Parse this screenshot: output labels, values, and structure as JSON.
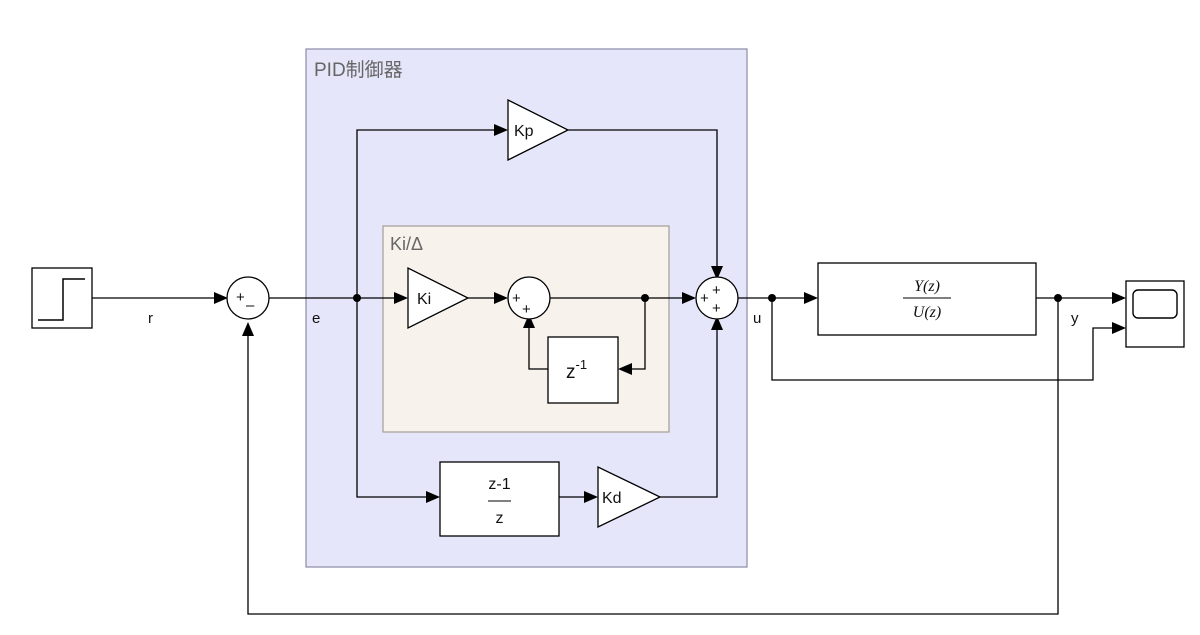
{
  "subsystems": {
    "pid": {
      "title": "PID制御器"
    },
    "integrator": {
      "title": "Ki/Δ"
    }
  },
  "gains": {
    "kp": "Kp",
    "ki": "Ki",
    "kd": "Kd"
  },
  "delay": {
    "base": "z",
    "exponent": "-1"
  },
  "derivative_tf": {
    "numerator": "z-1",
    "denominator": "z"
  },
  "plant_tf": {
    "numerator": "Y(z)",
    "denominator": "U(z)"
  },
  "signals": {
    "r": "r",
    "e": "e",
    "u": "u",
    "y": "y"
  },
  "sums": {
    "error_sum": {
      "top": "+",
      "bottom": "–"
    },
    "integrator_sum": {
      "left": "+",
      "bottom": "+"
    },
    "output_sum": {
      "top": "+",
      "left": "+",
      "bottom": "+"
    }
  },
  "colors": {
    "pid_fill": "#e6e6fa",
    "pid_border": "#8a8aa6",
    "integrator_fill": "#f7f2ec",
    "integrator_border": "#a39d97",
    "subsystem_title": "#666666"
  }
}
